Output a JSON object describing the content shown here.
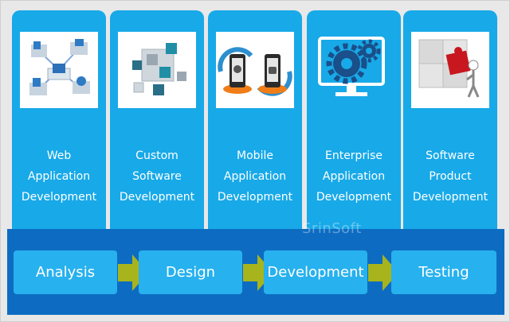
{
  "colors": {
    "card_blue": "#18a9e8",
    "band_blue": "#0d6cc2",
    "phase_blue": "#27b1ee",
    "arrow_green": "#a7b41c"
  },
  "cards": [
    {
      "label": "Web\nApplication\nDevelopment",
      "icon": "network-diagram-icon"
    },
    {
      "label": "Custom\nSoftware\nDevelopment",
      "icon": "cubes-icon"
    },
    {
      "label": "Mobile\nApplication\nDevelopment",
      "icon": "mobile-phones-icon"
    },
    {
      "label": "Enterprise\nApplication\nDevelopment",
      "icon": "gears-monitor-icon"
    },
    {
      "label": "Software\nProduct\nDevelopment",
      "icon": "puzzle-icon"
    }
  ],
  "watermark": "SrinSoft",
  "process": [
    {
      "label": "Analysis"
    },
    {
      "label": "Design"
    },
    {
      "label": "Development"
    },
    {
      "label": "Testing"
    }
  ],
  "arrow_icon": "right-arrow-icon"
}
